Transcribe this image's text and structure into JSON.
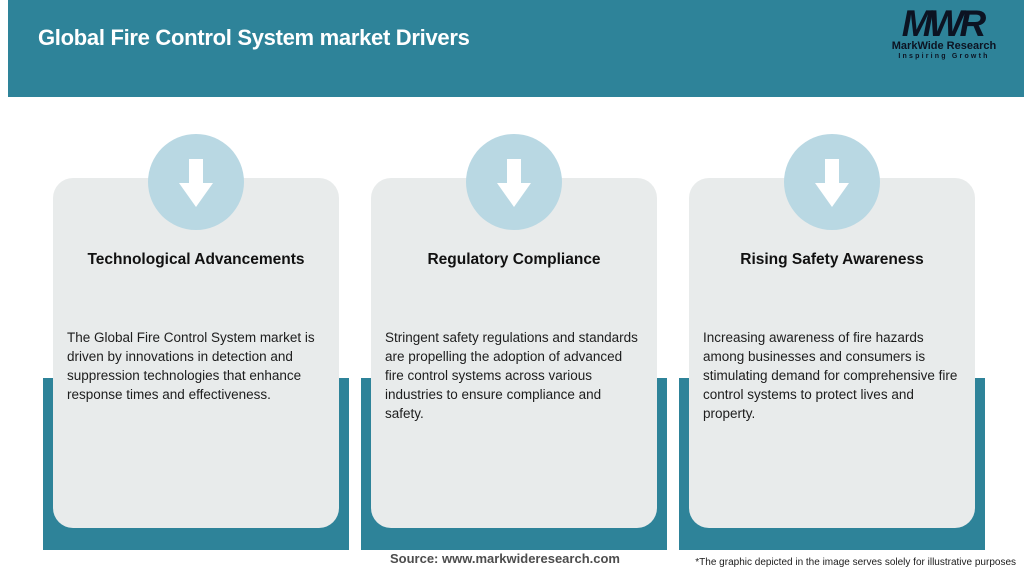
{
  "header": {
    "title": "Global Fire Control System market Drivers",
    "logo": {
      "monogram": "MWR",
      "name": "MarkWide Research",
      "tagline": "Inspiring Growth"
    }
  },
  "cards": [
    {
      "icon": "arrow-down-icon",
      "title": "Technological Advancements",
      "body": "The Global Fire Control System market is driven by innovations in detection and suppression technologies that enhance response times and effectiveness."
    },
    {
      "icon": "arrow-down-icon",
      "title": "Regulatory Compliance",
      "body": "Stringent safety regulations and standards are propelling the adoption of advanced fire control systems across various industries to ensure compliance and safety."
    },
    {
      "icon": "arrow-down-icon",
      "title": "Rising Safety Awareness",
      "body": "Increasing awareness of fire hazards among businesses and consumers is stimulating demand for comprehensive fire control systems to protect lives and property."
    }
  ],
  "footer": {
    "source": "Source: www.markwideresearch.com",
    "disclaimer": "*The graphic depicted in the image serves solely for illustrative purposes"
  },
  "colors": {
    "teal": "#2e8399",
    "icon_circle": "#b9d8e3",
    "card_bg": "#e8ebeb",
    "logo_ink": "#0c1322",
    "title_text": "#ffffff"
  }
}
